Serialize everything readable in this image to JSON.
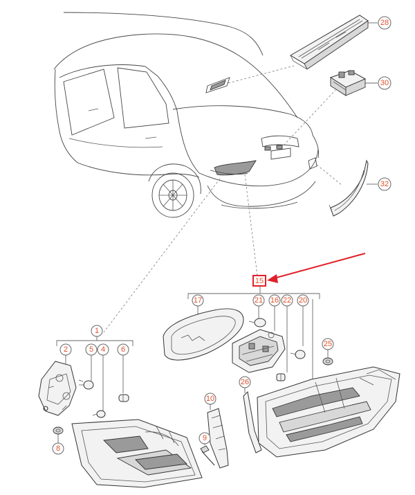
{
  "callouts": {
    "c1": "1",
    "c2": "2",
    "c4": "4",
    "c5": "5",
    "c6": "6",
    "c8": "8",
    "c9": "9",
    "c10": "10",
    "c15": "15",
    "c16": "16",
    "c17": "17",
    "c20": "20",
    "c21": "21",
    "c22": "22",
    "c25": "25",
    "c26": "26",
    "c28": "28",
    "c30": "30",
    "c32": "32"
  },
  "colors": {
    "callout_text": "#e0502a",
    "highlight_arrow": "#e0202a",
    "line": "#333333"
  },
  "highlight": {
    "target": "15",
    "arrow_color": "#e0202a"
  }
}
